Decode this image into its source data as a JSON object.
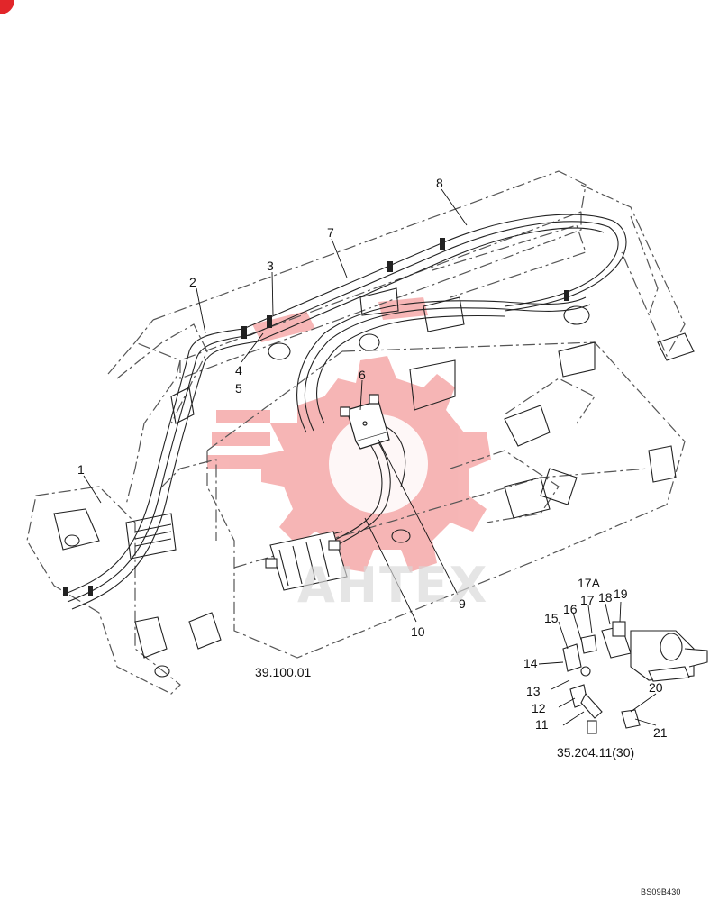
{
  "diagram": {
    "callouts": [
      {
        "id": "1",
        "label": "1"
      },
      {
        "id": "2",
        "label": "2"
      },
      {
        "id": "3",
        "label": "3"
      },
      {
        "id": "4",
        "label": "4"
      },
      {
        "id": "5",
        "label": "5"
      },
      {
        "id": "6",
        "label": "6"
      },
      {
        "id": "7",
        "label": "7"
      },
      {
        "id": "8",
        "label": "8"
      },
      {
        "id": "9",
        "label": "9"
      },
      {
        "id": "10",
        "label": "10"
      },
      {
        "id": "11",
        "label": "11"
      },
      {
        "id": "12",
        "label": "12"
      },
      {
        "id": "13",
        "label": "13"
      },
      {
        "id": "14",
        "label": "14"
      },
      {
        "id": "15",
        "label": "15"
      },
      {
        "id": "16",
        "label": "16"
      },
      {
        "id": "17",
        "label": "17"
      },
      {
        "id": "17A",
        "label": "17A"
      },
      {
        "id": "18",
        "label": "18"
      },
      {
        "id": "19",
        "label": "19"
      },
      {
        "id": "20",
        "label": "20"
      },
      {
        "id": "21",
        "label": "21"
      }
    ],
    "references": {
      "main_ref": "39.100.01",
      "detail_ref": "35.204.11(30)"
    },
    "drawing_code": "BS09B430",
    "watermark_text": "AHTEX",
    "colors": {
      "line": "#222222",
      "dash": "#555555",
      "watermark": "#f07a7a",
      "badge": "#e2262a"
    }
  }
}
